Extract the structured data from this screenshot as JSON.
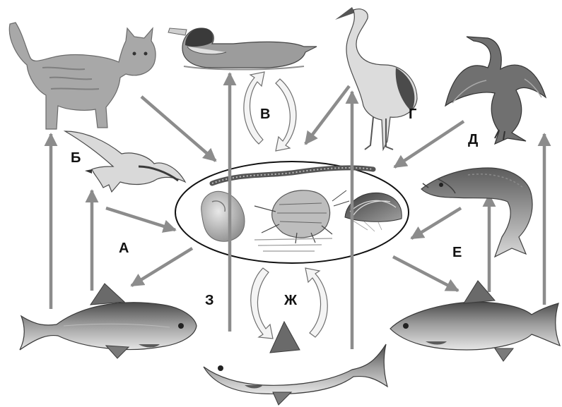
{
  "labels": {
    "a": "А",
    "b": "Б",
    "v": "В",
    "g": "Г",
    "d": "Д",
    "e": "Е",
    "zh": "Ж",
    "z": "З"
  },
  "colors": {
    "arrow": "#8c8c8c",
    "loop_fill": "#f4f4f4",
    "loop_stroke": "#6e6e6e",
    "ellipse_stroke": "#111111",
    "ink_dark": "#3a3a3a",
    "ink_mid": "#7a7a7a",
    "ink_light": "#bdbdbd"
  },
  "organisms": {
    "cat": "cat-picture",
    "duck": "duck-picture",
    "heron": "heron-picture",
    "cormorant": "cormorant-picture",
    "gull": "gull-picture",
    "pike": "pike-picture",
    "fish_left": "roach-fish-picture",
    "fish_bottom": "roach-fish-picture",
    "fish_right": "roach-fish-picture",
    "benthos": [
      "worm-picture",
      "snail-picture",
      "amphipod-picture",
      "mussel-picture"
    ]
  }
}
